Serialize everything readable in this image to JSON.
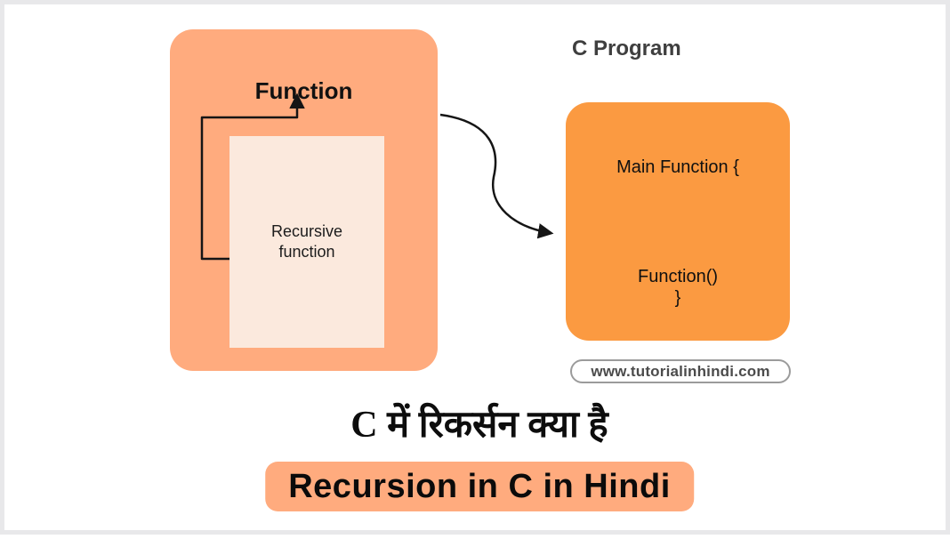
{
  "diagram": {
    "function_box": {
      "label": "Function",
      "recursive_label": "Recursive function",
      "bg": "#FFAB7E",
      "inner_bg": "#FBE9DD"
    },
    "c_program": {
      "heading": "C Program",
      "box_bg": "#FB9A41",
      "line1": "Main Function {",
      "line2": "Function()",
      "line3": "}"
    },
    "arrows": {
      "recursion_loop": "from Recursive function box back up to Function label",
      "call_arrow": "from Function box to C Program box",
      "color": "#151515"
    }
  },
  "badge": {
    "text": "www.tutorialinhindi.com"
  },
  "titles": {
    "hindi_title": "C में रिकर्सन क्या है",
    "subtitle": "Recursion in C in Hindi",
    "subtitle_bg": "#FFAB7E"
  },
  "colors": {
    "frame_border": "#E8E8EA",
    "background": "#FFFFFF",
    "heading_gray": "#3F3F3F",
    "badge_text_gray": "#4B4B4B"
  }
}
